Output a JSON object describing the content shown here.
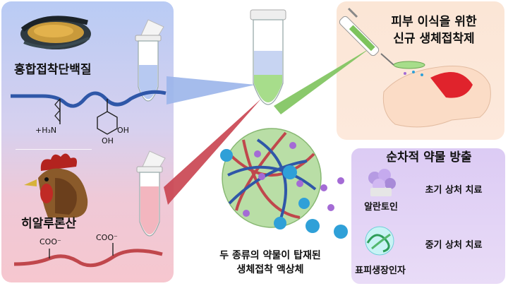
{
  "left_panel": {
    "mussel_protein_label": "홍합접착단백질",
    "amine_label": "+H₃N",
    "hydroxyl_top": "OH",
    "hydroxyl_bottom": "OH",
    "hyaluronic_label": "히알루론산",
    "coo_left": "COO⁻",
    "coo_right": "COO⁻"
  },
  "skin_graft": {
    "title_line1": "피부 이식을 위한",
    "title_line2": "신규 생체접착제"
  },
  "center": {
    "caption_line1": "두 종류의 약물이 탑재된",
    "caption_line2": "생체접착 액상체"
  },
  "sequential_release": {
    "title": "순차적 약물 방출",
    "allantoin_label": "알란토인",
    "allantoin_effect": "초기 상처 치료",
    "egf_label": "표피생장인자",
    "egf_effect": "중기 상처 치료"
  },
  "colors": {
    "blue_tube_liquid": "#b7c9f1",
    "pink_tube_liquid": "#f3b6bf",
    "green_liquid": "#a7dd8b",
    "red_beam": "#c9434f",
    "green_beam": "#7dc35c",
    "blue_beam": "#9bb5ea"
  }
}
